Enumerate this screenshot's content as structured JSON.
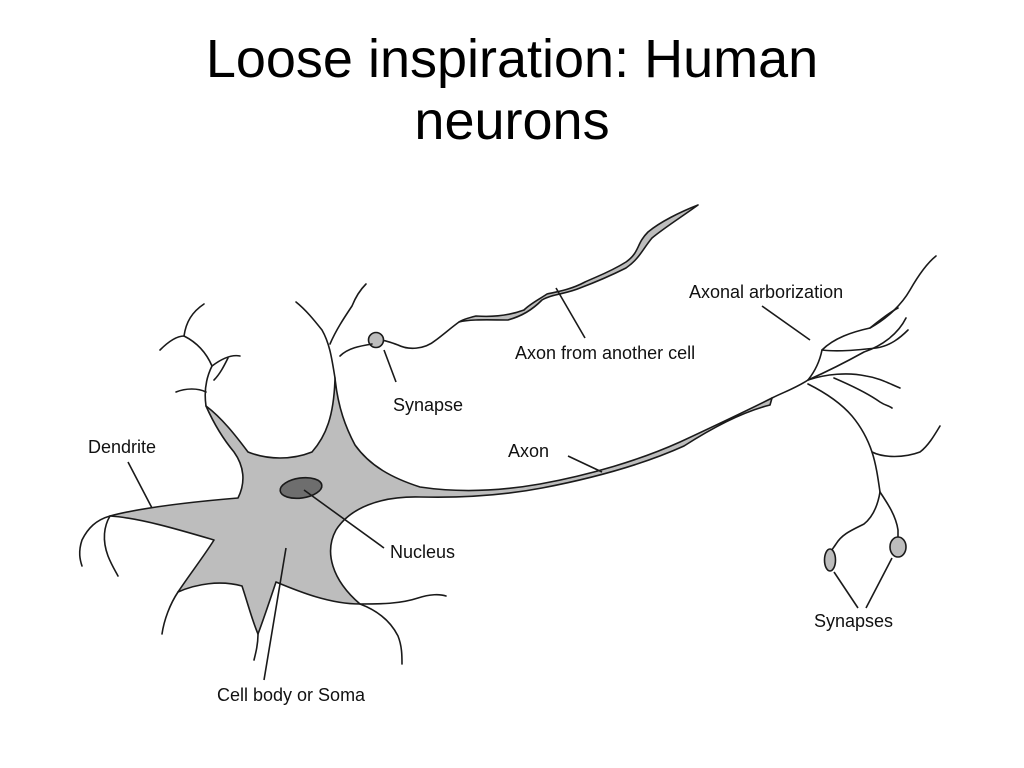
{
  "slide": {
    "title_line1": "Loose inspiration: Human",
    "title_line2": "neurons"
  },
  "diagram": {
    "labels": {
      "dendrite": "Dendrite",
      "synapse": "Synapse",
      "axon_from_another_cell": "Axon from another cell",
      "axonal_arborization": "Axonal arborization",
      "axon": "Axon",
      "nucleus": "Nucleus",
      "synapses": "Synapses",
      "cell_body": "Cell body or Soma"
    },
    "colors": {
      "cell_fill": "#bdbdbd",
      "nucleus_fill": "#6e6e6e",
      "line": "#1a1a1a"
    }
  }
}
